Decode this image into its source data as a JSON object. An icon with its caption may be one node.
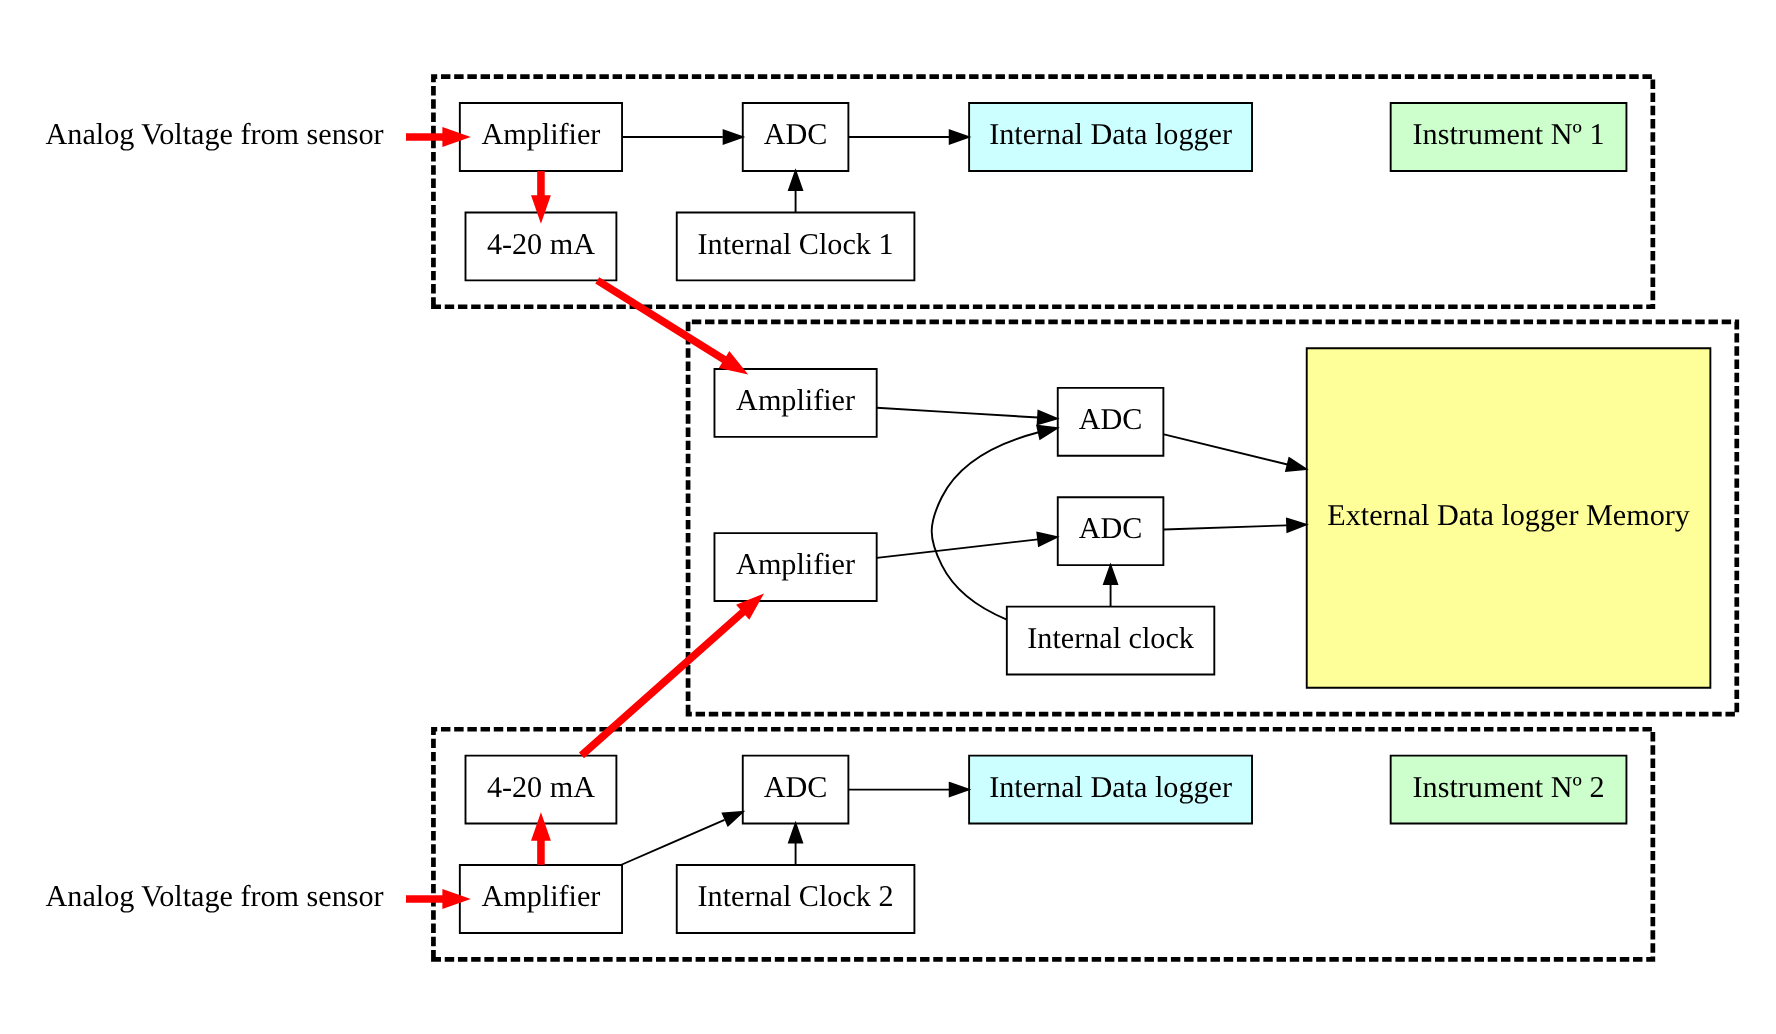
{
  "diagram": {
    "nodes": [
      {
        "text": [
          "Analog Voltage from sensor"
        ]
      },
      {
        "text": [],
        "shape": "box"
      },
      {
        "text": [
          "Amplifier"
        ],
        "in": 1
      },
      {
        "text": [
          "ADC"
        ],
        "in": 1
      },
      {
        "text": [
          "Internal Data logger"
        ],
        "in": 1
      },
      {
        "text": [
          "4-20 mA"
        ],
        "in": 1
      },
      {
        "text": [
          "Internal Clock 1"
        ],
        "in": 1
      },
      {
        "text": [
          "Instrument Nº 1"
        ],
        "in": 1
      },
      {
        "text": [
          "Analog Voltage from sensor"
        ]
      },
      {
        "text": [],
        "shape": "box"
      },
      {
        "text": [
          "Amplifier"
        ],
        "in": 9
      },
      {
        "text": [
          "ADC"
        ],
        "in": 9
      },
      {
        "text": [
          "Internal Data logger"
        ],
        "in": 9
      },
      {
        "text": [
          "4-20 mA"
        ],
        "in": 9
      },
      {
        "text": [
          "Internal Clock 2"
        ],
        "in": 9
      },
      {
        "text": [
          "Instrument Nº 2"
        ],
        "in": 9
      },
      {
        "text": [],
        "shape": "box"
      },
      {
        "text": [
          "Amplifier"
        ],
        "in": 16
      },
      {
        "text": [
          "ADC"
        ],
        "in": 16
      },
      {
        "text": [
          "Internal clock"
        ],
        "in": 16
      },
      {
        "text": [
          "Amplifier"
        ],
        "in": 16
      },
      {
        "text": [
          "ADC"
        ],
        "in": 16
      },
      {
        "text": [
          "External Data logger Memory"
        ],
        "in": 16
      }
    ],
    "edges": [
      {
        "from": 0,
        "to": 2,
        "arrow": "to",
        "style": "thick",
        "color": "#ff0000"
      },
      {
        "from": 2,
        "to": 3,
        "arrow": "to"
      },
      {
        "from": 3,
        "to": 4,
        "arrow": "to"
      },
      {
        "from": 6,
        "to": 3,
        "arrow": "to"
      },
      {
        "from": 2,
        "to": 5,
        "arrow": "to",
        "style": "thick",
        "color": "#ff0000"
      },
      {
        "from": 5,
        "to": 17,
        "arrow": "to",
        "style": "thick",
        "color": "#ff0000"
      },
      {
        "from": 8,
        "to": 10,
        "arrow": "to",
        "style": "thick",
        "color": "#ff0000"
      },
      {
        "from": 10,
        "to": 11,
        "arrow": "to"
      },
      {
        "from": 11,
        "to": 12,
        "arrow": "to"
      },
      {
        "from": 14,
        "to": 11,
        "arrow": "to"
      },
      {
        "from": 10,
        "to": 13,
        "arrow": "to",
        "style": "thick",
        "color": "#ff0000"
      },
      {
        "from": 13,
        "to": 20,
        "arrow": "to",
        "style": "thick",
        "color": "#ff0000"
      },
      {
        "from": 17,
        "to": 18,
        "arrow": "to"
      },
      {
        "from": 19,
        "to": 18,
        "arrow": "to"
      },
      {
        "from": 19,
        "to": 21,
        "arrow": "to"
      },
      {
        "from": 20,
        "to": 21,
        "arrow": "to"
      },
      {
        "from": 18,
        "to": 22,
        "arrow": "to"
      },
      {
        "from": 21,
        "to": 22,
        "arrow": "to"
      }
    ]
  }
}
